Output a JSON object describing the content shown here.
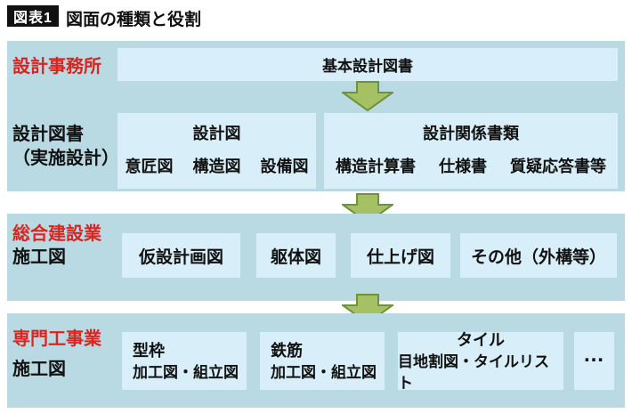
{
  "header": {
    "badge": "図表1",
    "title": "図面の種類と役割"
  },
  "row1": {
    "label": "設計事務所",
    "box": "基本設計図書"
  },
  "row2": {
    "label_line1": "設計図書",
    "label_line2": "（実施設計）",
    "design_drawings": {
      "heading": "設計図",
      "items": [
        "意匠図",
        "構造図",
        "設備図"
      ]
    },
    "design_documents": {
      "heading": "設計関係書類",
      "items": [
        "構造計算書",
        "仕様書",
        "質疑応答書等"
      ]
    }
  },
  "row3": {
    "label_red": "総合建設業",
    "label_black": "施工図",
    "boxes": [
      "仮設計画図",
      "躯体図",
      "仕上げ図",
      "その他（外構等）"
    ]
  },
  "row4": {
    "label_red": "専門工事業",
    "label_black": "施工図",
    "boxes": [
      {
        "title": "型枠",
        "subtitle": "加工図・組立図"
      },
      {
        "title": "鉄筋",
        "subtitle": "加工図・組立図"
      },
      {
        "title": "タイル",
        "subtitle": "目地割図・タイルリスト"
      }
    ],
    "ellipsis": "…"
  },
  "icons": {
    "flow_arrow": "block-arrow-down"
  },
  "colors": {
    "background": "#ffffff",
    "panel": "#b9dae3",
    "box": "#d8eef8",
    "red_label": "#d9251f",
    "text": "#111111",
    "arrow_fill": "#a5c163",
    "arrow_stroke": "#6f923c",
    "badge_bg": "#111111",
    "badge_text": "#ffffff"
  }
}
